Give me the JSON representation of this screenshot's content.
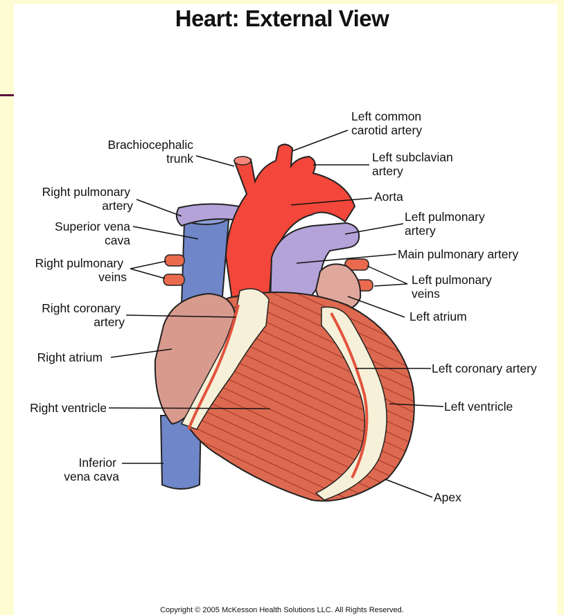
{
  "title": "Heart: External View",
  "labels": {
    "left_common_carotid_1": "Left common",
    "left_common_carotid_2": "carotid artery",
    "brachiocephalic_1": "Brachiocephalic",
    "brachiocephalic_2": "trunk",
    "left_subclavian_1": "Left subclavian",
    "left_subclavian_2": "artery",
    "right_pulmonary_artery_1": "Right pulmonary",
    "right_pulmonary_artery_2": "artery",
    "aorta": "Aorta",
    "superior_vena_cava_1": "Superior vena",
    "superior_vena_cava_2": "cava",
    "left_pulmonary_artery_1": "Left pulmonary",
    "left_pulmonary_artery_2": "artery",
    "main_pulmonary_artery": "Main pulmonary artery",
    "right_pulmonary_veins_1": "Right pulmonary",
    "right_pulmonary_veins_2": "veins",
    "left_pulmonary_veins_1": "Left pulmonary",
    "left_pulmonary_veins_2": "veins",
    "right_coronary_artery_1": "Right coronary",
    "right_coronary_artery_2": "artery",
    "left_atrium": "Left atrium",
    "right_atrium": "Right atrium",
    "left_coronary_artery": "Left coronary artery",
    "right_ventricle": "Right ventricle",
    "left_ventricle": "Left ventricle",
    "inferior_vena_cava_1": "Inferior",
    "inferior_vena_cava_2": "vena cava",
    "apex": "Apex"
  },
  "copyright": "Copyright © 2005 McKesson Health Solutions LLC. All Rights Reserved.",
  "colors": {
    "background": "#fdfcd3",
    "accent": "#5a0f3a",
    "aorta": "#f2473a",
    "vena_cava": "#6f86c8",
    "pulmonary": "#b4a3d9",
    "atrium": "#d99a8e",
    "ventricle": "#d9624a",
    "fat": "#f6f0d8"
  }
}
